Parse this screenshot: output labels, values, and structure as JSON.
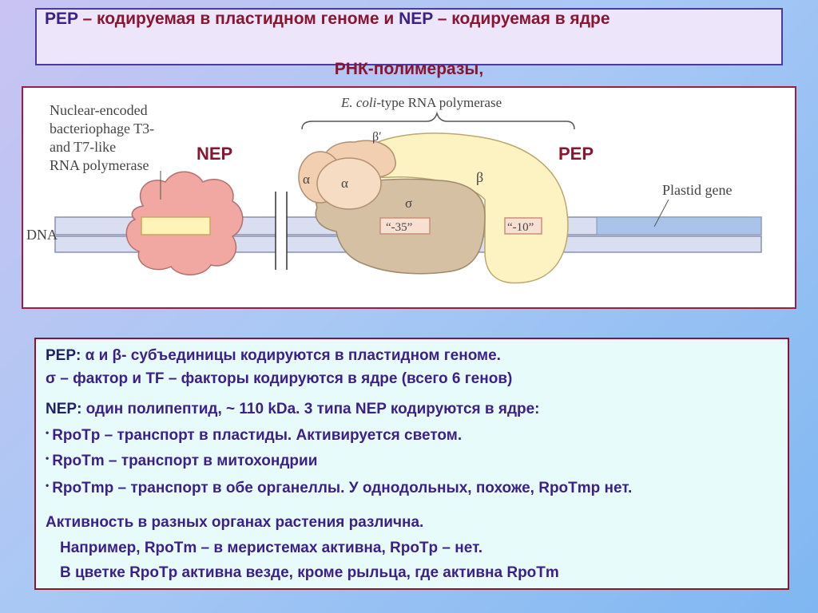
{
  "title": {
    "pep": "PEP",
    "pep_desc": " – кодируемая в пластидном геноме и ",
    "nep": "NEP",
    "nep_desc": " – кодируемая в ядре",
    "line2": "РНК-полимеразы,"
  },
  "diagram": {
    "nuclear_label": [
      "Nuclear-encoded",
      "bacteriophage T3-",
      "and T7-like",
      "RNA polymerase"
    ],
    "nep_label": "NEP",
    "pep_label": "PEP",
    "ecoli_italic": "E. coli",
    "ecoli_rest": "-type RNA polymerase",
    "plastid_gene": "Plastid gene",
    "dna": "DNA",
    "alpha1": "α",
    "alpha2": "α",
    "beta_prime": "β′",
    "beta": "β",
    "sigma": "σ",
    "box35": "“-35”",
    "box10": "“-10”"
  },
  "info": {
    "l1_key": "PEP:",
    "l1_text": " α и β- субъединицы кодируются в пластидном геноме.",
    "l2": "σ – фактор и TF – факторы кодируются в ядре (всего 6 генов)",
    "l3_key": "NEP:",
    "l3_text": " один полипептид, ~ 110 kDa.   3 типа NEP кодируются в ядре:",
    "b1": "RpoTp – транспорт в пластиды. Активируется светом.",
    "b2": "RpoTm – транспорт в митохондрии",
    "b3": "RpoTmp – транспорт в обе органеллы. У однодольных, похоже, RpoTmp нет.",
    "l7": "Активность в разных органах растения различна.",
    "l8": "Например,  RpoTm – в меристемах активна, RpoTp – нет.",
    "l9": "В цветке RpoTp активна везде, кроме рыльца, где активна RpoTm"
  }
}
